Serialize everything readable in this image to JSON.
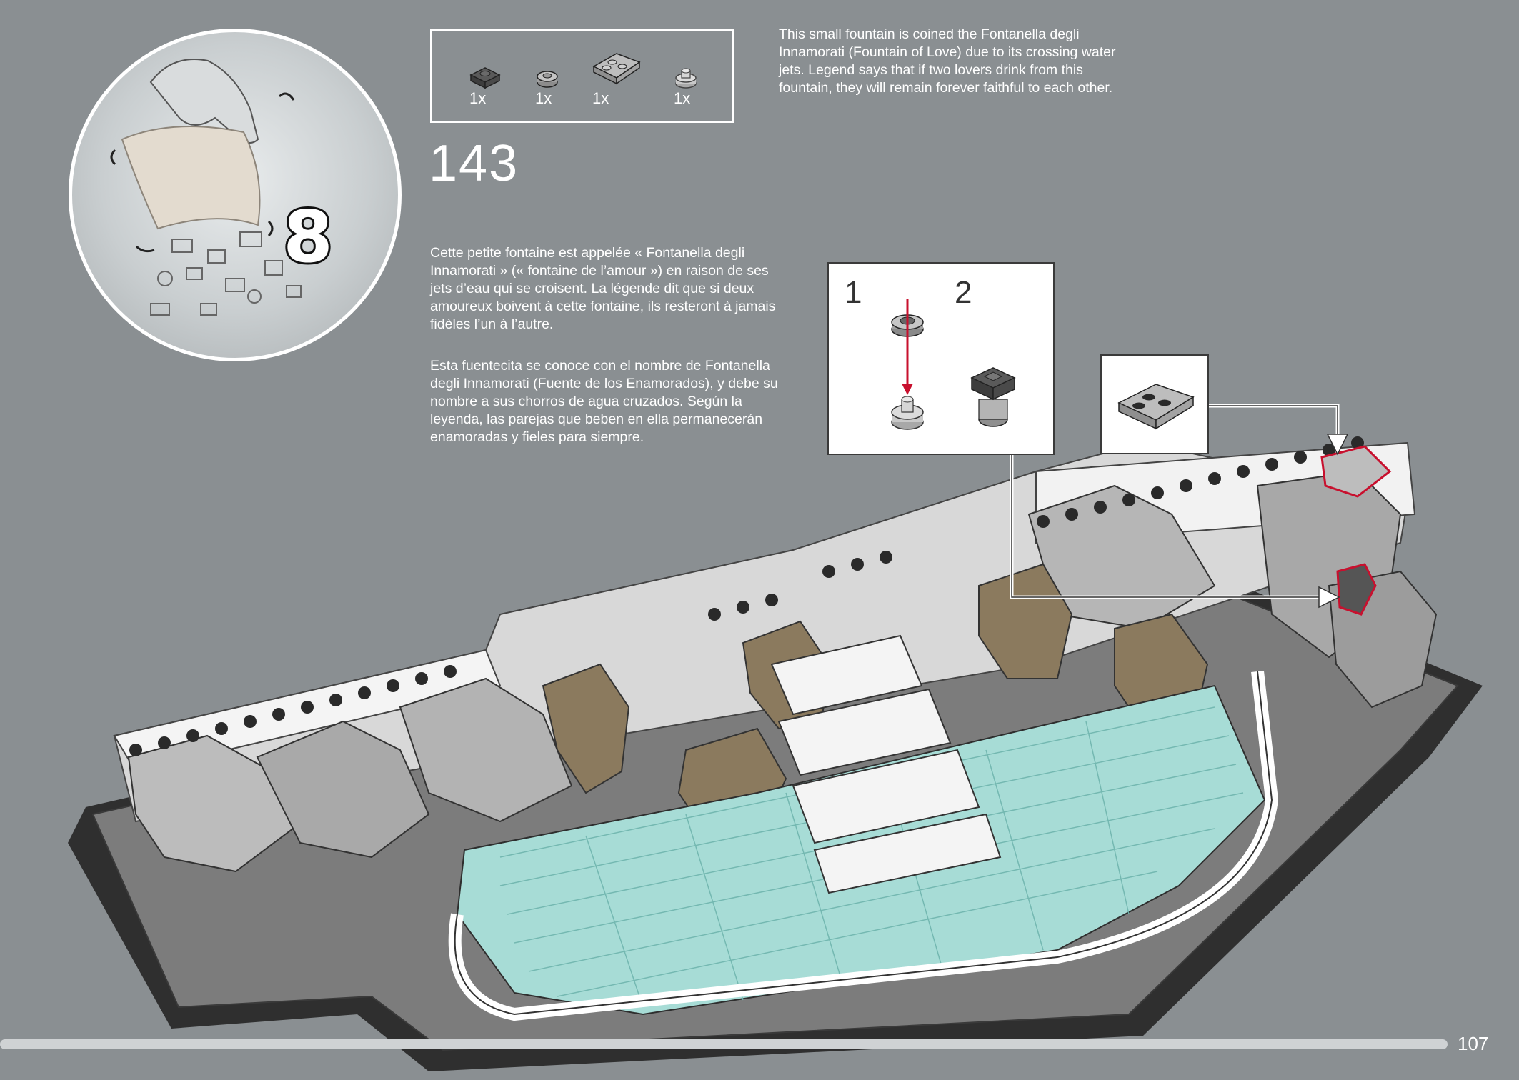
{
  "bag": {
    "number": "8"
  },
  "parts": [
    {
      "qty": "1x",
      "icon": "dark-gray-plate-1x1-icon"
    },
    {
      "qty": "1x",
      "icon": "round-plate-icon"
    },
    {
      "qty": "1x",
      "icon": "wedge-plate-icon"
    },
    {
      "qty": "1x",
      "icon": "round-cone-icon"
    }
  ],
  "step": {
    "number": "143"
  },
  "descriptions": {
    "english": "This small fountain is coined the Fontanella degli Innamorati (Fountain of Love) due to its crossing water jets. Legend says that if two lovers drink from this fountain, they will remain forever faithful to each other.",
    "french": "Cette petite fontaine est appelée « Fontanella degli Innamorati » (« fontaine de l’amour ») en raison de ses jets d’eau qui se croisent. La légende dit que si deux amoureux boivent à cette fontaine, ils resteront à jamais fidèles l’un à l’autre.",
    "spanish": "Esta fuentecita se conoce con el nombre de Fontanella degli Innamorati (Fuente de los Enamorados), y debe su nombre a sus chorros de agua cruzados. Según la leyenda, las parejas que beben en ella permanecerán enamoradas y fieles para siempre."
  },
  "substeps": {
    "first": "1",
    "second": "2"
  },
  "colors": {
    "background": "#8a8f92",
    "water": "#a7dcd6",
    "brick_white": "#f2f2f2",
    "brick_gray": "#b9b9b9",
    "brick_tan": "#8b7a5e",
    "highlight": "#c8102e"
  },
  "footer": {
    "page_number": "107"
  }
}
